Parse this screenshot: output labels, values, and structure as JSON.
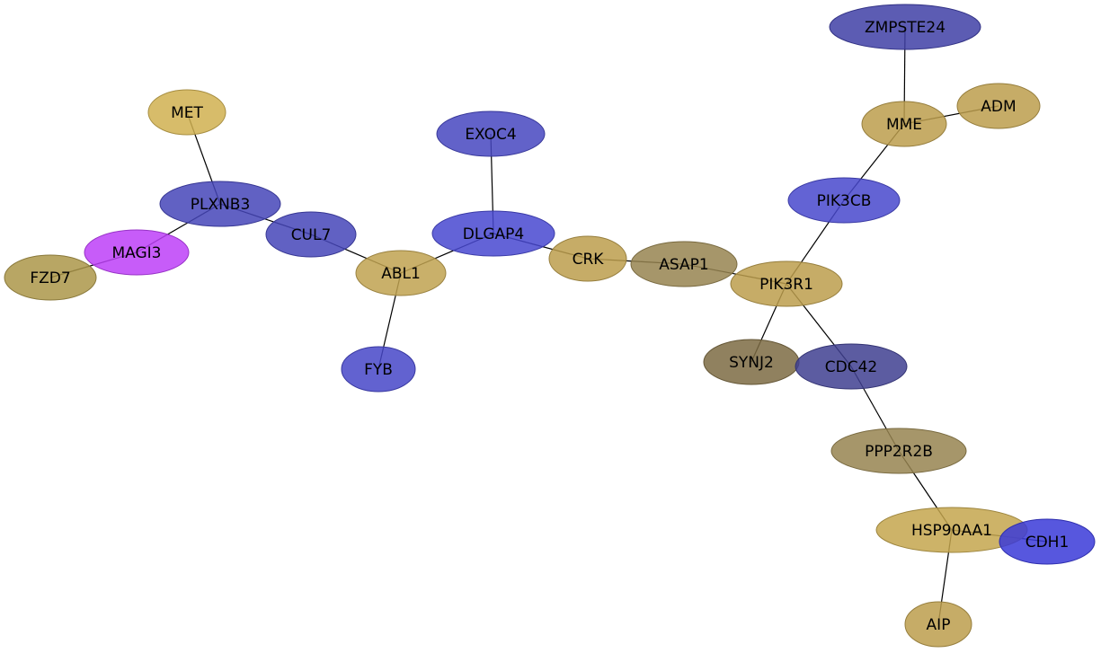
{
  "nodes": [
    {
      "id": "ZMPSTE24",
      "label": "ZMPSTE24",
      "color": "#3f3fa6"
    },
    {
      "id": "MME",
      "label": "MME",
      "color": "#bc9d4c"
    },
    {
      "id": "ADM",
      "label": "ADM",
      "color": "#bc9d4c"
    },
    {
      "id": "MET",
      "label": "MET",
      "color": "#d0b050"
    },
    {
      "id": "EXOC4",
      "label": "EXOC4",
      "color": "#4646c0"
    },
    {
      "id": "PIK3CB",
      "label": "PIK3CB",
      "color": "#4848cc"
    },
    {
      "id": "PLXNB3",
      "label": "PLXNB3",
      "color": "#4545b8"
    },
    {
      "id": "CUL7",
      "label": "CUL7",
      "color": "#4545b8"
    },
    {
      "id": "DLGAP4",
      "label": "DLGAP4",
      "color": "#4848d0"
    },
    {
      "id": "MAGI3",
      "label": "MAGI3",
      "color": "#bd3ff8"
    },
    {
      "id": "CRK",
      "label": "CRK",
      "color": "#bc9d4c"
    },
    {
      "id": "ASAP1",
      "label": "ASAP1",
      "color": "#978450"
    },
    {
      "id": "FZD7",
      "label": "FZD7",
      "color": "#ab9649"
    },
    {
      "id": "ABL1",
      "label": "ABL1",
      "color": "#c0a250"
    },
    {
      "id": "PIK3R1",
      "label": "PIK3R1",
      "color": "#bc9d4c"
    },
    {
      "id": "SYNJ2",
      "label": "SYNJ2",
      "color": "#7d6b43"
    },
    {
      "id": "CDC42",
      "label": "CDC42",
      "color": "#404090"
    },
    {
      "id": "FYB",
      "label": "FYB",
      "color": "#4646c8"
    },
    {
      "id": "PPP2R2B",
      "label": "PPP2R2B",
      "color": "#978450"
    },
    {
      "id": "HSP90AA1",
      "label": "HSP90AA1",
      "color": "#c4a64e"
    },
    {
      "id": "CDH1",
      "label": "CDH1",
      "color": "#3a3ad8"
    },
    {
      "id": "AIP",
      "label": "AIP",
      "color": "#bc9d4c"
    }
  ],
  "edges": [
    {
      "source": "ZMPSTE24",
      "target": "MME"
    },
    {
      "source": "MME",
      "target": "ADM"
    },
    {
      "source": "MME",
      "target": "PIK3CB"
    },
    {
      "source": "PIK3CB",
      "target": "PIK3R1"
    },
    {
      "source": "MET",
      "target": "PLXNB3"
    },
    {
      "source": "PLXNB3",
      "target": "CUL7"
    },
    {
      "source": "PLXNB3",
      "target": "MAGI3"
    },
    {
      "source": "MAGI3",
      "target": "FZD7"
    },
    {
      "source": "CUL7",
      "target": "ABL1"
    },
    {
      "source": "ABL1",
      "target": "DLGAP4"
    },
    {
      "source": "ABL1",
      "target": "FYB"
    },
    {
      "source": "EXOC4",
      "target": "DLGAP4"
    },
    {
      "source": "DLGAP4",
      "target": "CRK"
    },
    {
      "source": "CRK",
      "target": "ASAP1"
    },
    {
      "source": "ASAP1",
      "target": "PIK3R1"
    },
    {
      "source": "PIK3R1",
      "target": "SYNJ2"
    },
    {
      "source": "PIK3R1",
      "target": "CDC42"
    },
    {
      "source": "CDC42",
      "target": "PPP2R2B"
    },
    {
      "source": "PPP2R2B",
      "target": "HSP90AA1"
    },
    {
      "source": "HSP90AA1",
      "target": "CDH1"
    },
    {
      "source": "HSP90AA1",
      "target": "AIP"
    }
  ]
}
